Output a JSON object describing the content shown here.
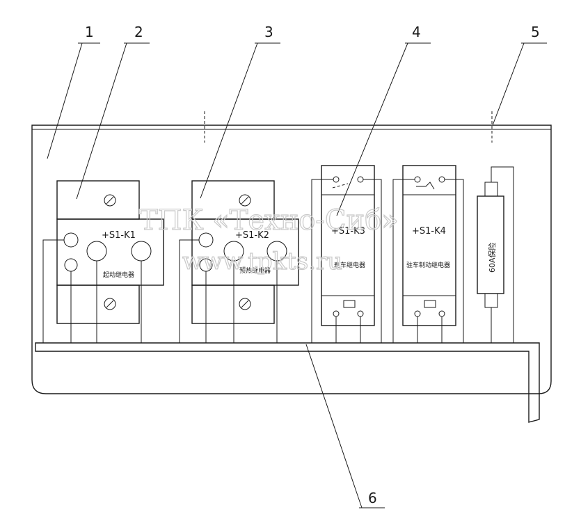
{
  "callouts": [
    "1",
    "2",
    "3",
    "4",
    "5",
    "6"
  ],
  "relays": [
    {
      "code": "+S1-K1",
      "name": "起动继电器"
    },
    {
      "code": "+S1-K2",
      "name": "预热继电器"
    },
    {
      "code": "+S1-K3",
      "name": "刹车继电器"
    },
    {
      "code": "+S1-K4",
      "name": "驻车制动继电器"
    }
  ],
  "fuse": {
    "label": "60A保险"
  },
  "watermark": {
    "line1": "ТПК «Техно-Сиб»",
    "line2": "www.tpkts.ru"
  }
}
